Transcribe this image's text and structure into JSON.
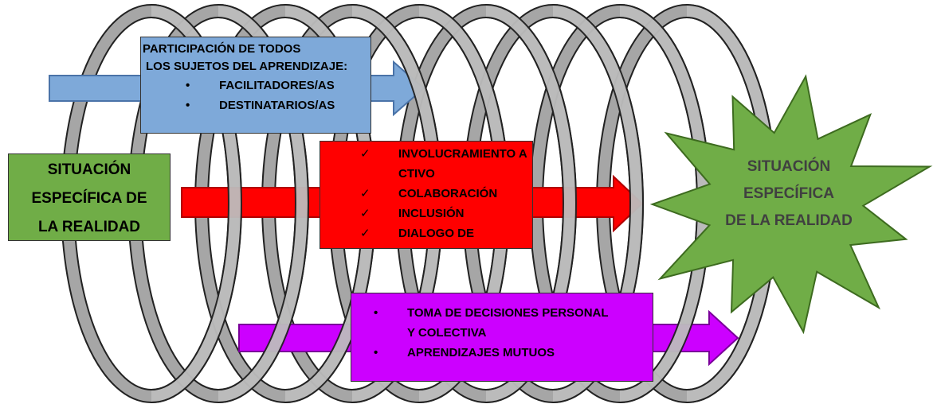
{
  "top_box": {
    "title_line1": "PARTICIPACIÓN DE TODOS",
    "title_line2": "LOS SUJETOS DEL APRENDIZAJE:",
    "items": [
      "FACILITADORES/AS",
      "DESTINATARIOS/AS"
    ]
  },
  "left_box": {
    "lines": [
      "SITUACIÓN",
      "ESPECÍFICA DE",
      "LA REALIDAD"
    ]
  },
  "middle_box": {
    "items": [
      "INVOLUCRAMIENTO ACTIVO",
      "COLABORACIÓN",
      "INCLUSIÓN",
      "DIALOGO DE"
    ]
  },
  "bottom_box": {
    "items": [
      "TOMA DE DECISIONES PERSONAL Y COLECTIVA",
      "APRENDIZAJES MUTUOS"
    ]
  },
  "right_star": {
    "lines": [
      "SITUACIÓN",
      "ESPECÍFICA",
      "DE LA REALIDAD"
    ]
  },
  "colors": {
    "blue": "#7ea9d9",
    "green": "#70ad47",
    "red": "#ff0000",
    "purple": "#cc00ff",
    "coil": "#a6a6a6"
  }
}
